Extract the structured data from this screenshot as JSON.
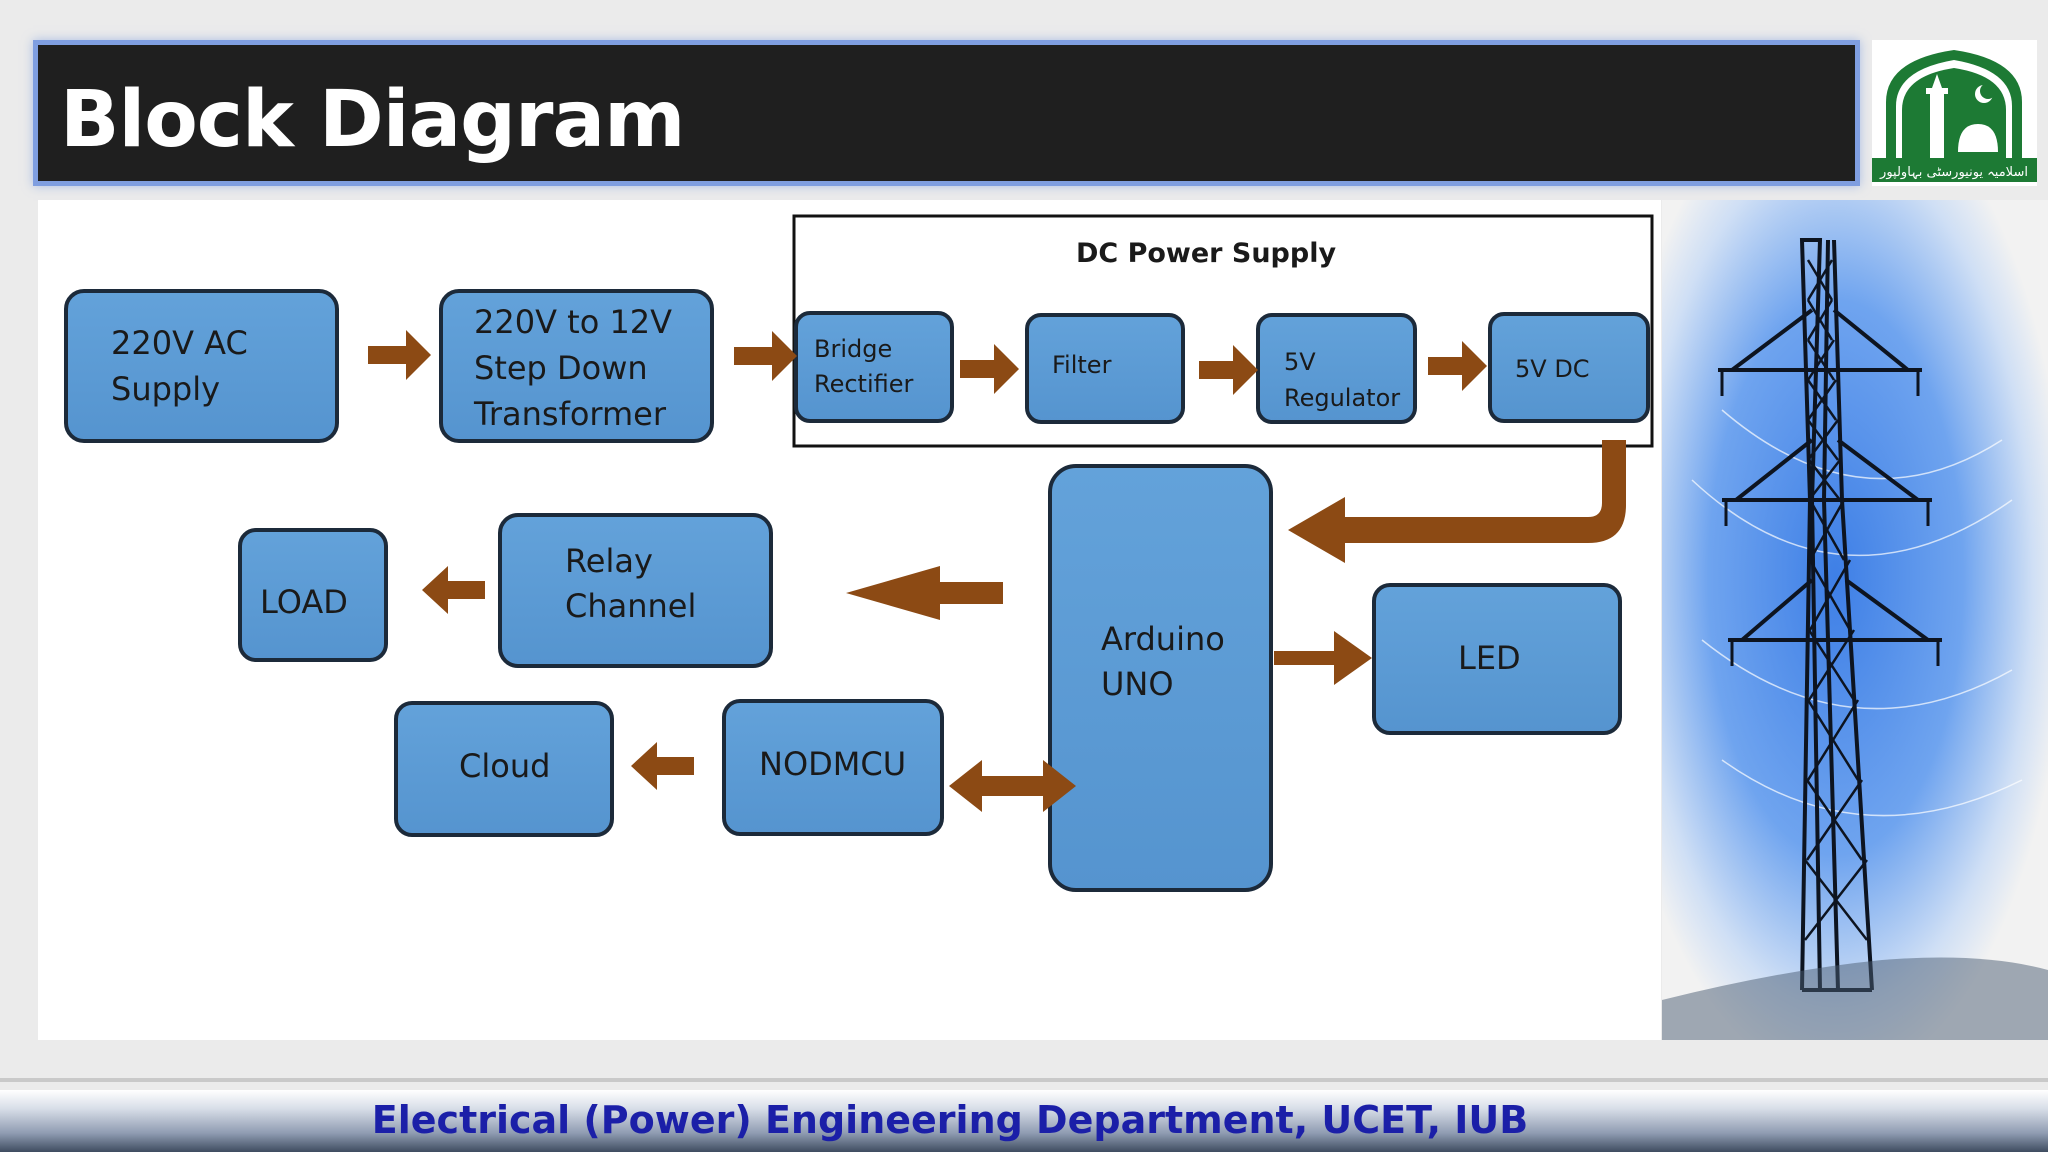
{
  "slide": {
    "title": "Block Diagram",
    "footer": "Electrical (Power) Engineering Department, UCET, IUB"
  },
  "logo": {
    "text": "اسلامیہ یونیورسٹی بہاولپور"
  },
  "diagram": {
    "group_label": "DC Power Supply",
    "blocks": {
      "ac_supply": [
        "220V AC",
        "Supply"
      ],
      "transformer": [
        "220V to 12V",
        "Step Down",
        "Transformer"
      ],
      "bridge_rectifier": [
        "Bridge",
        "Rectifier"
      ],
      "filter": [
        "Filter"
      ],
      "regulator": [
        "5V",
        "Regulator"
      ],
      "dc_5v": [
        "5V DC"
      ],
      "arduino": [
        "Arduino",
        "UNO"
      ],
      "led": [
        "LED"
      ],
      "relay": [
        "Relay",
        "Channel"
      ],
      "load": [
        "LOAD"
      ],
      "nodemcu": [
        "NODMCU"
      ],
      "cloud": [
        "Cloud"
      ]
    }
  },
  "colors": {
    "block_fill": "#5b9bd5",
    "block_stroke": "#1c2a3a",
    "arrow": "#8c4a14",
    "title_bg": "#1f1f1f",
    "title_border": "#7f9ee0",
    "footer_text": "#1b1fa8",
    "logo_green": "#1d7a34"
  }
}
